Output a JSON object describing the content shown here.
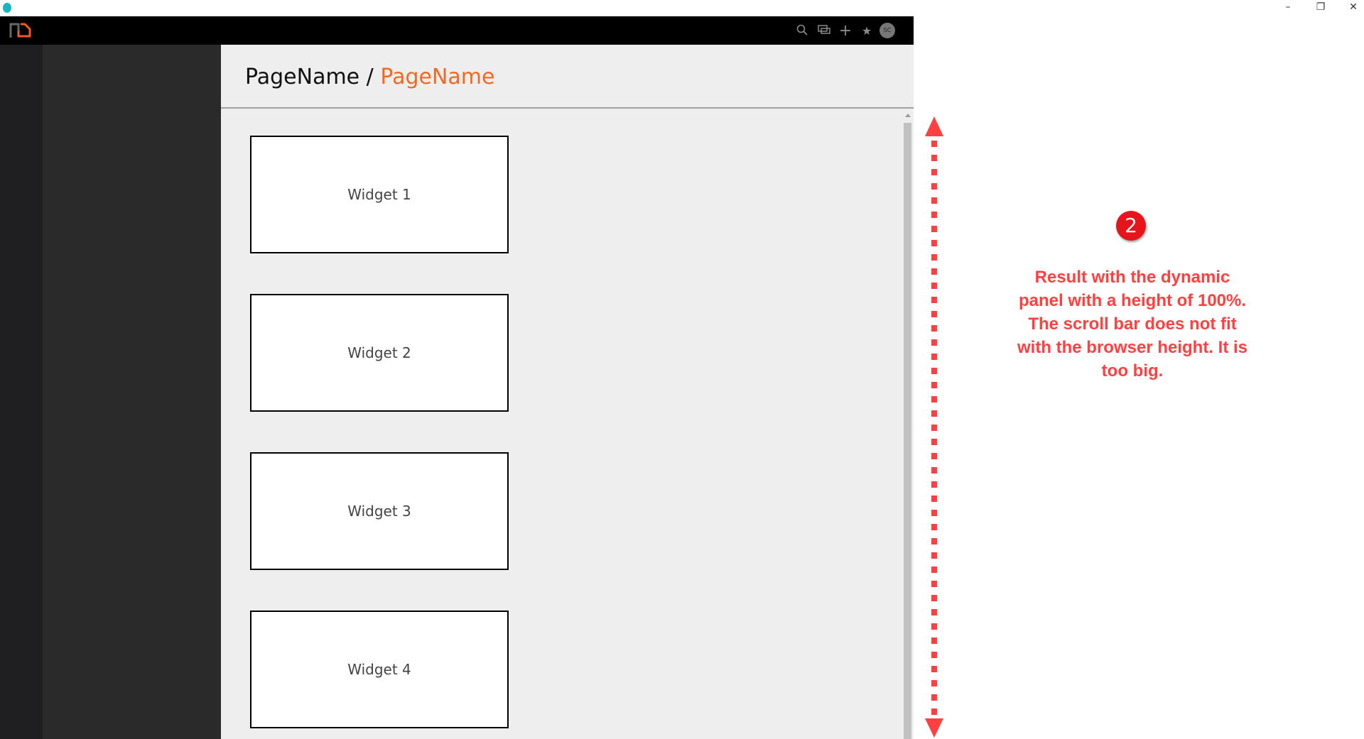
{
  "window": {
    "minimize": "–",
    "restore": "❐",
    "close": "✕"
  },
  "topbar": {
    "icons": [
      "search-icon",
      "chat-icon",
      "plus-icon",
      "star-icon"
    ],
    "avatar_initials": "SC",
    "plus": "+",
    "star": "★"
  },
  "breadcrumb": {
    "parent": "PageName",
    "separator": " / ",
    "current": "PageName"
  },
  "widgets": [
    {
      "label": "Widget 1"
    },
    {
      "label": "Widget 2"
    },
    {
      "label": "Widget 3"
    },
    {
      "label": "Widget 4"
    }
  ],
  "annotation": {
    "badge": "2",
    "line1": "Result with the dynamic panel with a height of 100%.",
    "line2": "The scroll bar does not fit with the browser height. It is too big.",
    "color": "#ff4040"
  },
  "colors": {
    "accent": "#f26a21",
    "topbar": "#000000",
    "sidebar": "#2a2a2a"
  }
}
